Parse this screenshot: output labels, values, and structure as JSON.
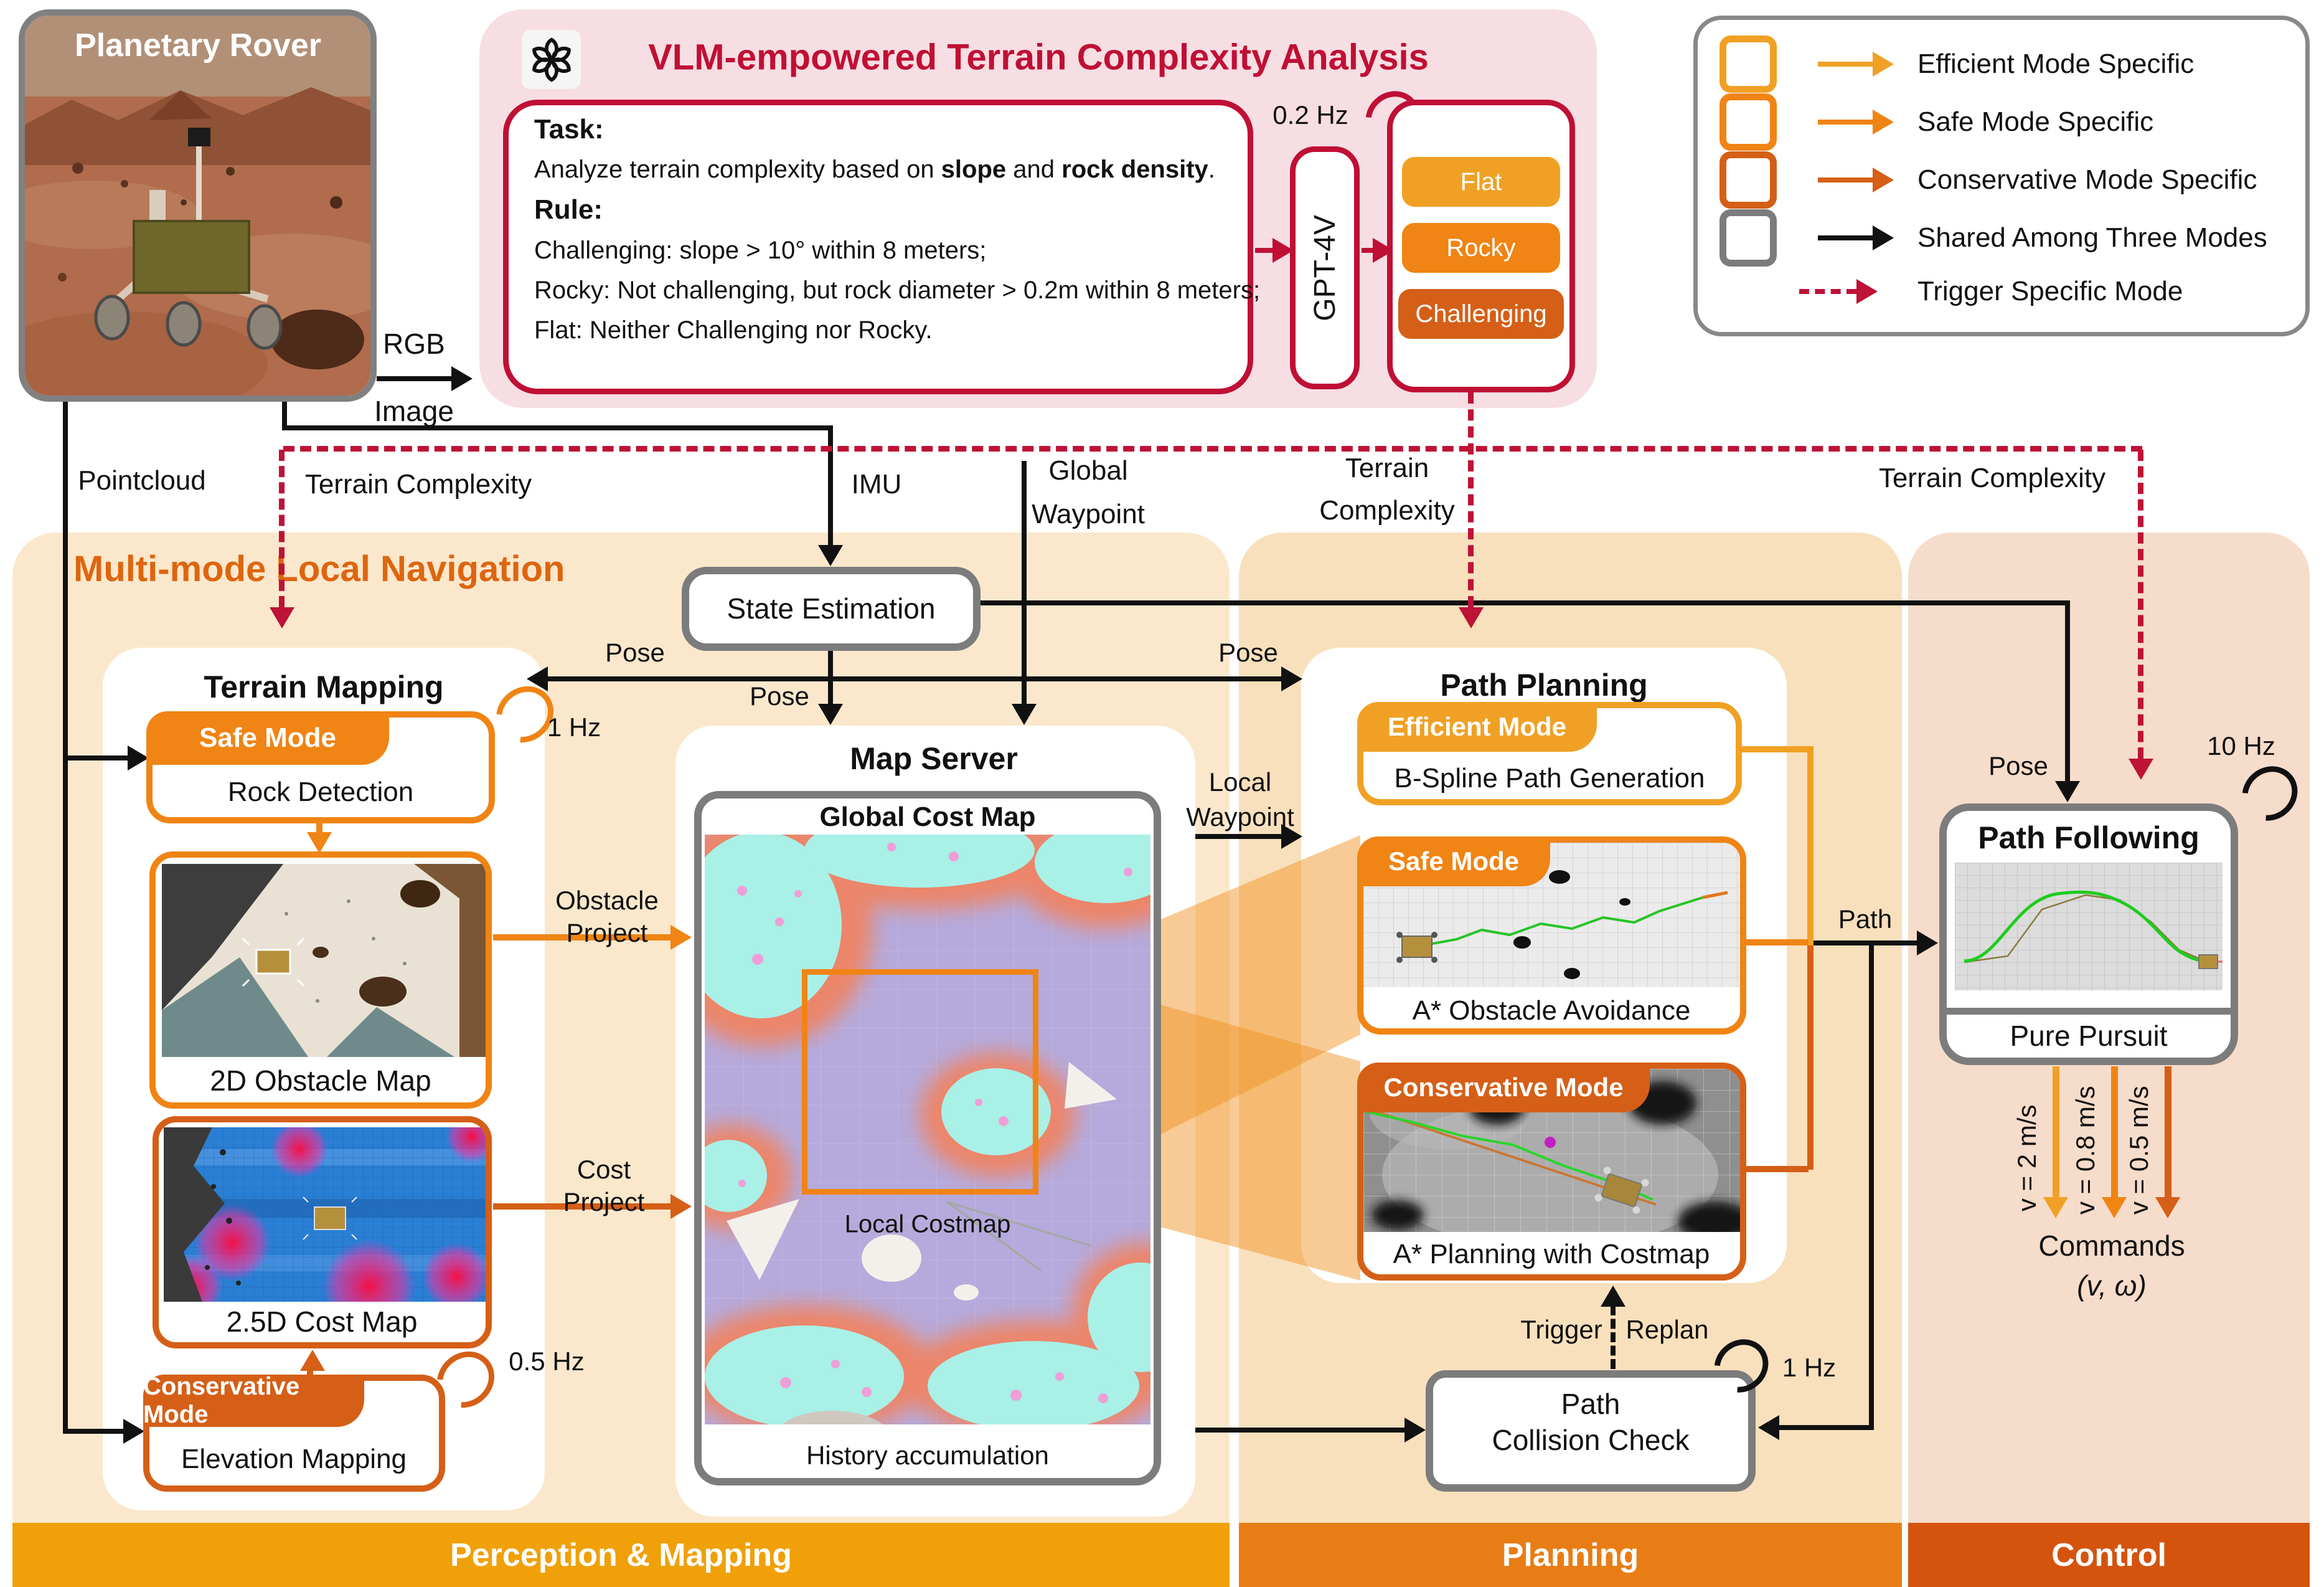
{
  "palette": {
    "efficient_gold": "#F0A125",
    "safe_orange": "#F08414",
    "conservative_orange": "#D55F17",
    "shared_gray": "#7C7C7C",
    "trigger_crimson": "#BE1236",
    "vlm_title_crimson": "#C00F35",
    "vlm_bg_pink": "#F7DEE3",
    "nav_title_orange": "#DE650F",
    "panel_perception": "#FBE8CC",
    "panel_planning": "#F9E0BC",
    "panel_control": "#F6DCCA",
    "band_perception": "#F0A008",
    "band_planning": "#E87D15",
    "band_control": "#D4540E"
  },
  "rover": {
    "title": "Planetary Rover"
  },
  "io": {
    "rgb": "RGB",
    "image": "Image",
    "pointcloud": "Pointcloud",
    "terrain_complexity": "Terrain Complexity",
    "terrain": "Terrain",
    "complexity": "Complexity",
    "imu": "IMU",
    "global": "Global",
    "waypoint": "Waypoint"
  },
  "vlm": {
    "title": "VLM-empowered Terrain Complexity Analysis",
    "task_heading": "Task:",
    "task": {
      "pre": "Analyze terrain complexity based on ",
      "b1": "slope",
      "mid": " and ",
      "b2": "rock density",
      "post": "."
    },
    "rule_heading": "Rule:",
    "rules": [
      "Challenging: slope > 10° within 8 meters;",
      "Rocky: Not challenging, but rock diameter > 0.2m within 8 meters;",
      "Flat: Neither Challenging nor Rocky."
    ],
    "model": "GPT-4V",
    "outputs": [
      "Flat",
      "Rocky",
      "Challenging"
    ]
  },
  "legend": {
    "items": [
      {
        "label": "Efficient Mode Specific"
      },
      {
        "label": "Safe Mode Specific"
      },
      {
        "label": "Conservative Mode Specific"
      },
      {
        "label": "Shared Among Three Modes"
      },
      {
        "label": "Trigger Specific Mode"
      }
    ]
  },
  "nav_title": "Multi-mode Local Navigation",
  "state_estimation": "State Estimation",
  "pose": "Pose",
  "terrain_mapping": {
    "title": "Terrain Mapping",
    "rock_tab": "Safe Mode",
    "rock_label": "Rock Detection",
    "map2d": "2D Obstacle Map",
    "map25": "2.5D Cost Map",
    "elev_tab": "Conservative Mode",
    "elev_label": "Elevation Mapping"
  },
  "map_server": {
    "title": "Map Server",
    "global_title": "Global Cost Map",
    "local_label": "Local Costmap",
    "history": "History accumulation"
  },
  "path_planning": {
    "title": "Path Planning",
    "eff_tab": "Efficient Mode",
    "eff_label": "B-Spline Path Generation",
    "safe_tab": "Safe Mode",
    "safe_label": "A* Obstacle Avoidance",
    "cons_tab": "Conservative Mode",
    "cons_label": "A* Planning with Costmap"
  },
  "collision": {
    "line1": "Path",
    "line2": "Collision Check"
  },
  "path_following": {
    "title": "Path Following",
    "label": "Pure Pursuit",
    "commands": "Commands",
    "commands_args": "(v, ω)",
    "velocities": [
      "v = 2 m/s",
      "v = 0.8 m/s",
      "v = 0.5 m/s"
    ]
  },
  "conn": {
    "local_1": "Local",
    "local_2": "Waypoint",
    "obstacle": "Obstacle",
    "cost": "Cost",
    "project": "Project",
    "path": "Path",
    "trigger": "Trigger",
    "replan": "Replan"
  },
  "rates": {
    "vlm": "0.2 Hz",
    "rock": "1 Hz",
    "elevation": "0.5 Hz",
    "collision": "1 Hz",
    "following": "10 Hz"
  },
  "bands": [
    "Perception & Mapping",
    "Planning",
    "Control"
  ]
}
